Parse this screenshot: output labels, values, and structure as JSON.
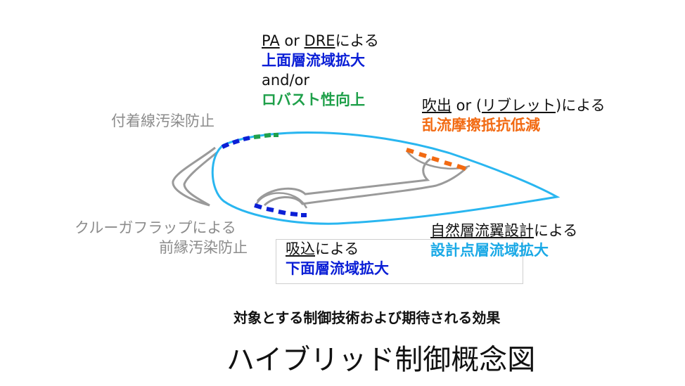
{
  "labels": {
    "pa_dre": {
      "pa": "PA",
      "or": " or ",
      "dre": "DRE",
      "suffix": "による"
    },
    "upper_laminar": "上面層流域拡大",
    "and_or": "and/or",
    "robust": "ロバスト性向上",
    "attachment_line": "付着線汚染防止",
    "blowing": {
      "blow": "吹出",
      "or": " or (",
      "riblet": "リブレット",
      "suffix": ")による"
    },
    "turbulent_drag": "乱流摩擦抵抗低減",
    "krueger": "クルーガフラップによる",
    "le_contamination": "前縁汚染防止",
    "suction": {
      "word": "吸込",
      "suffix": "による"
    },
    "lower_laminar": "下面層流域拡大",
    "nlf": {
      "word": "自然層流翼設計",
      "suffix": "による"
    },
    "design_point": "設計点層流域拡大",
    "caption": "対象とする制御技術および期待される効果",
    "title": "ハイブリッド制御概念図"
  },
  "colors": {
    "airfoil": "#29b6f0",
    "flap": "#9a9a9a",
    "dash_blue": "#0b1fd6",
    "dash_green": "#1fa04a",
    "dash_orange": "#f26a12"
  }
}
